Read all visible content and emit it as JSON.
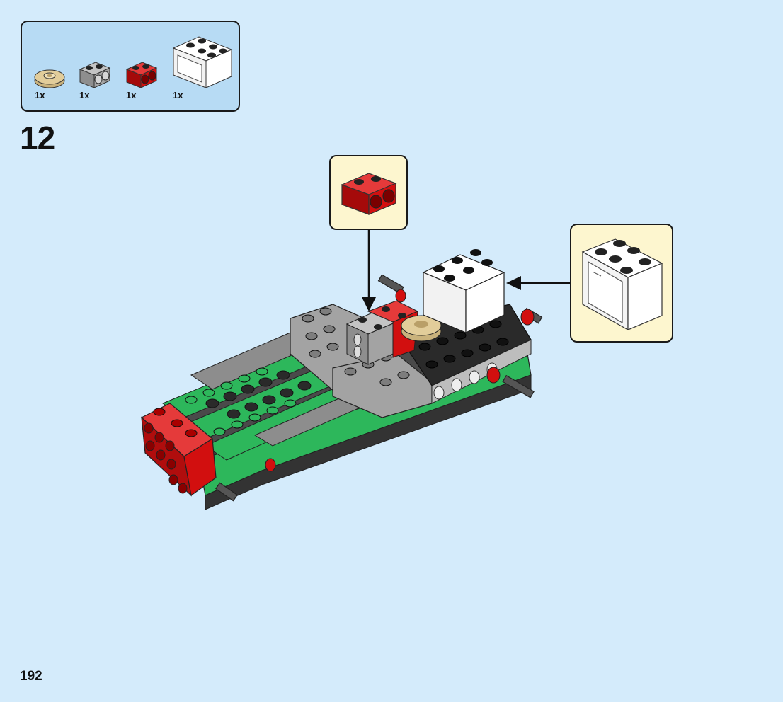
{
  "step": {
    "number": "12"
  },
  "parts_list": {
    "items": [
      {
        "name": "tan-round-plate-1x1",
        "quantity": "1x",
        "color": "#e2cd9a"
      },
      {
        "name": "grey-technic-brick-1x2",
        "quantity": "1x",
        "color": "#a3a3a3"
      },
      {
        "name": "red-technic-brick-1x2",
        "quantity": "1x",
        "color": "#d20f0f"
      },
      {
        "name": "white-box-2x2x2",
        "quantity": "1x",
        "color": "#ffffff"
      }
    ]
  },
  "callouts": {
    "red_brick": {
      "color": "#d20f0f"
    },
    "white_box": {
      "color": "#ffffff"
    }
  },
  "colors": {
    "background": "#d4ebfb",
    "parts_box": "#b7dbf4",
    "callout_bg": "#fdf6cf",
    "green": "#2db75b",
    "dark_grey": "#3a3a3a",
    "light_grey": "#a3a3a3",
    "red": "#d20f0f"
  },
  "page": {
    "number": "192"
  }
}
